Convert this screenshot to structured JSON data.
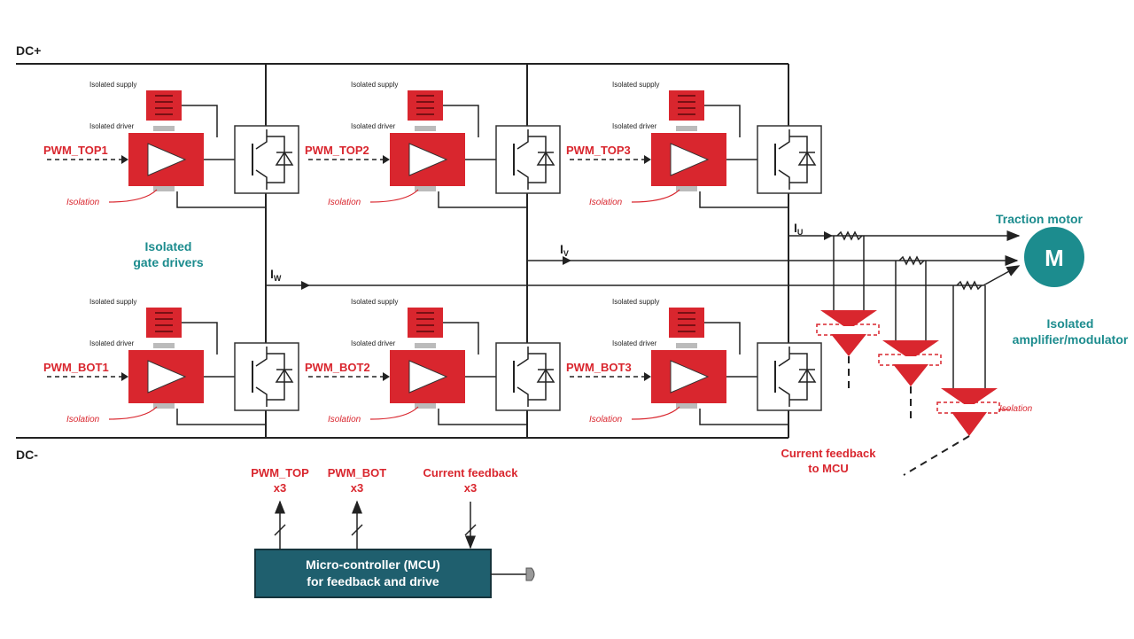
{
  "rails": {
    "dc_plus": "DC+",
    "dc_minus": "DC-"
  },
  "gate_drivers": [
    {
      "pwm": "PWM_TOP1",
      "supply": "Isolated supply",
      "driver": "Isolated driver",
      "isolation": "Isolation"
    },
    {
      "pwm": "PWM_TOP2",
      "supply": "Isolated supply",
      "driver": "Isolated driver",
      "isolation": "Isolation"
    },
    {
      "pwm": "PWM_TOP3",
      "supply": "Isolated supply",
      "driver": "Isolated driver",
      "isolation": "Isolation"
    },
    {
      "pwm": "PWM_BOT1",
      "supply": "Isolated supply",
      "driver": "Isolated driver",
      "isolation": "Isolation"
    },
    {
      "pwm": "PWM_BOT2",
      "supply": "Isolated supply",
      "driver": "Isolated driver",
      "isolation": "Isolation"
    },
    {
      "pwm": "PWM_BOT3",
      "supply": "Isolated supply",
      "driver": "Isolated driver",
      "isolation": "Isolation"
    }
  ],
  "labels": {
    "isolated_gate_drivers_line1": "Isolated",
    "isolated_gate_drivers_line2": "gate drivers",
    "traction_motor": "Traction motor",
    "motor_symbol": "M",
    "amplifier_line1": "Isolated",
    "amplifier_line2": "amplifier/modulator",
    "amp_isolation": "Isolation",
    "current_feedback_line1": "Current feedback",
    "current_feedback_line2": "to MCU",
    "iu": "I",
    "iu_sub": "U",
    "iv": "I",
    "iv_sub": "V",
    "iw": "I",
    "iw_sub": "W"
  },
  "mcu": {
    "line1": "Micro-controller (MCU)",
    "line2": "for feedback and drive",
    "pwm_top": "PWM_TOP",
    "pwm_top_count": "x3",
    "pwm_bot": "PWM_BOT",
    "pwm_bot_count": "x3",
    "current_feedback": "Current feedback",
    "current_feedback_count": "x3"
  },
  "colors": {
    "driver_red": "#d9262e",
    "teal": "#1c8c8e",
    "mcu_fill": "#1f5f6e"
  }
}
